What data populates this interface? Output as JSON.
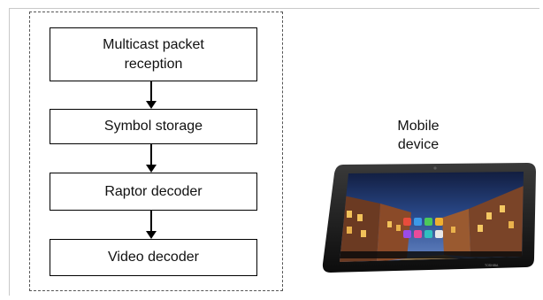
{
  "diagram": {
    "blocks": [
      "Multicast packet\nreception",
      "Symbol storage",
      "Raptor decoder",
      "Video decoder"
    ],
    "device_label": "Mobile\ndevice"
  },
  "tablet": {
    "brand_mark": "TOSHIBA"
  },
  "colors": {
    "block_border": "#000000",
    "group_border": "#555555",
    "tablet_bezel": "#1b1b1b",
    "screen_sky": "#1e3a78"
  }
}
